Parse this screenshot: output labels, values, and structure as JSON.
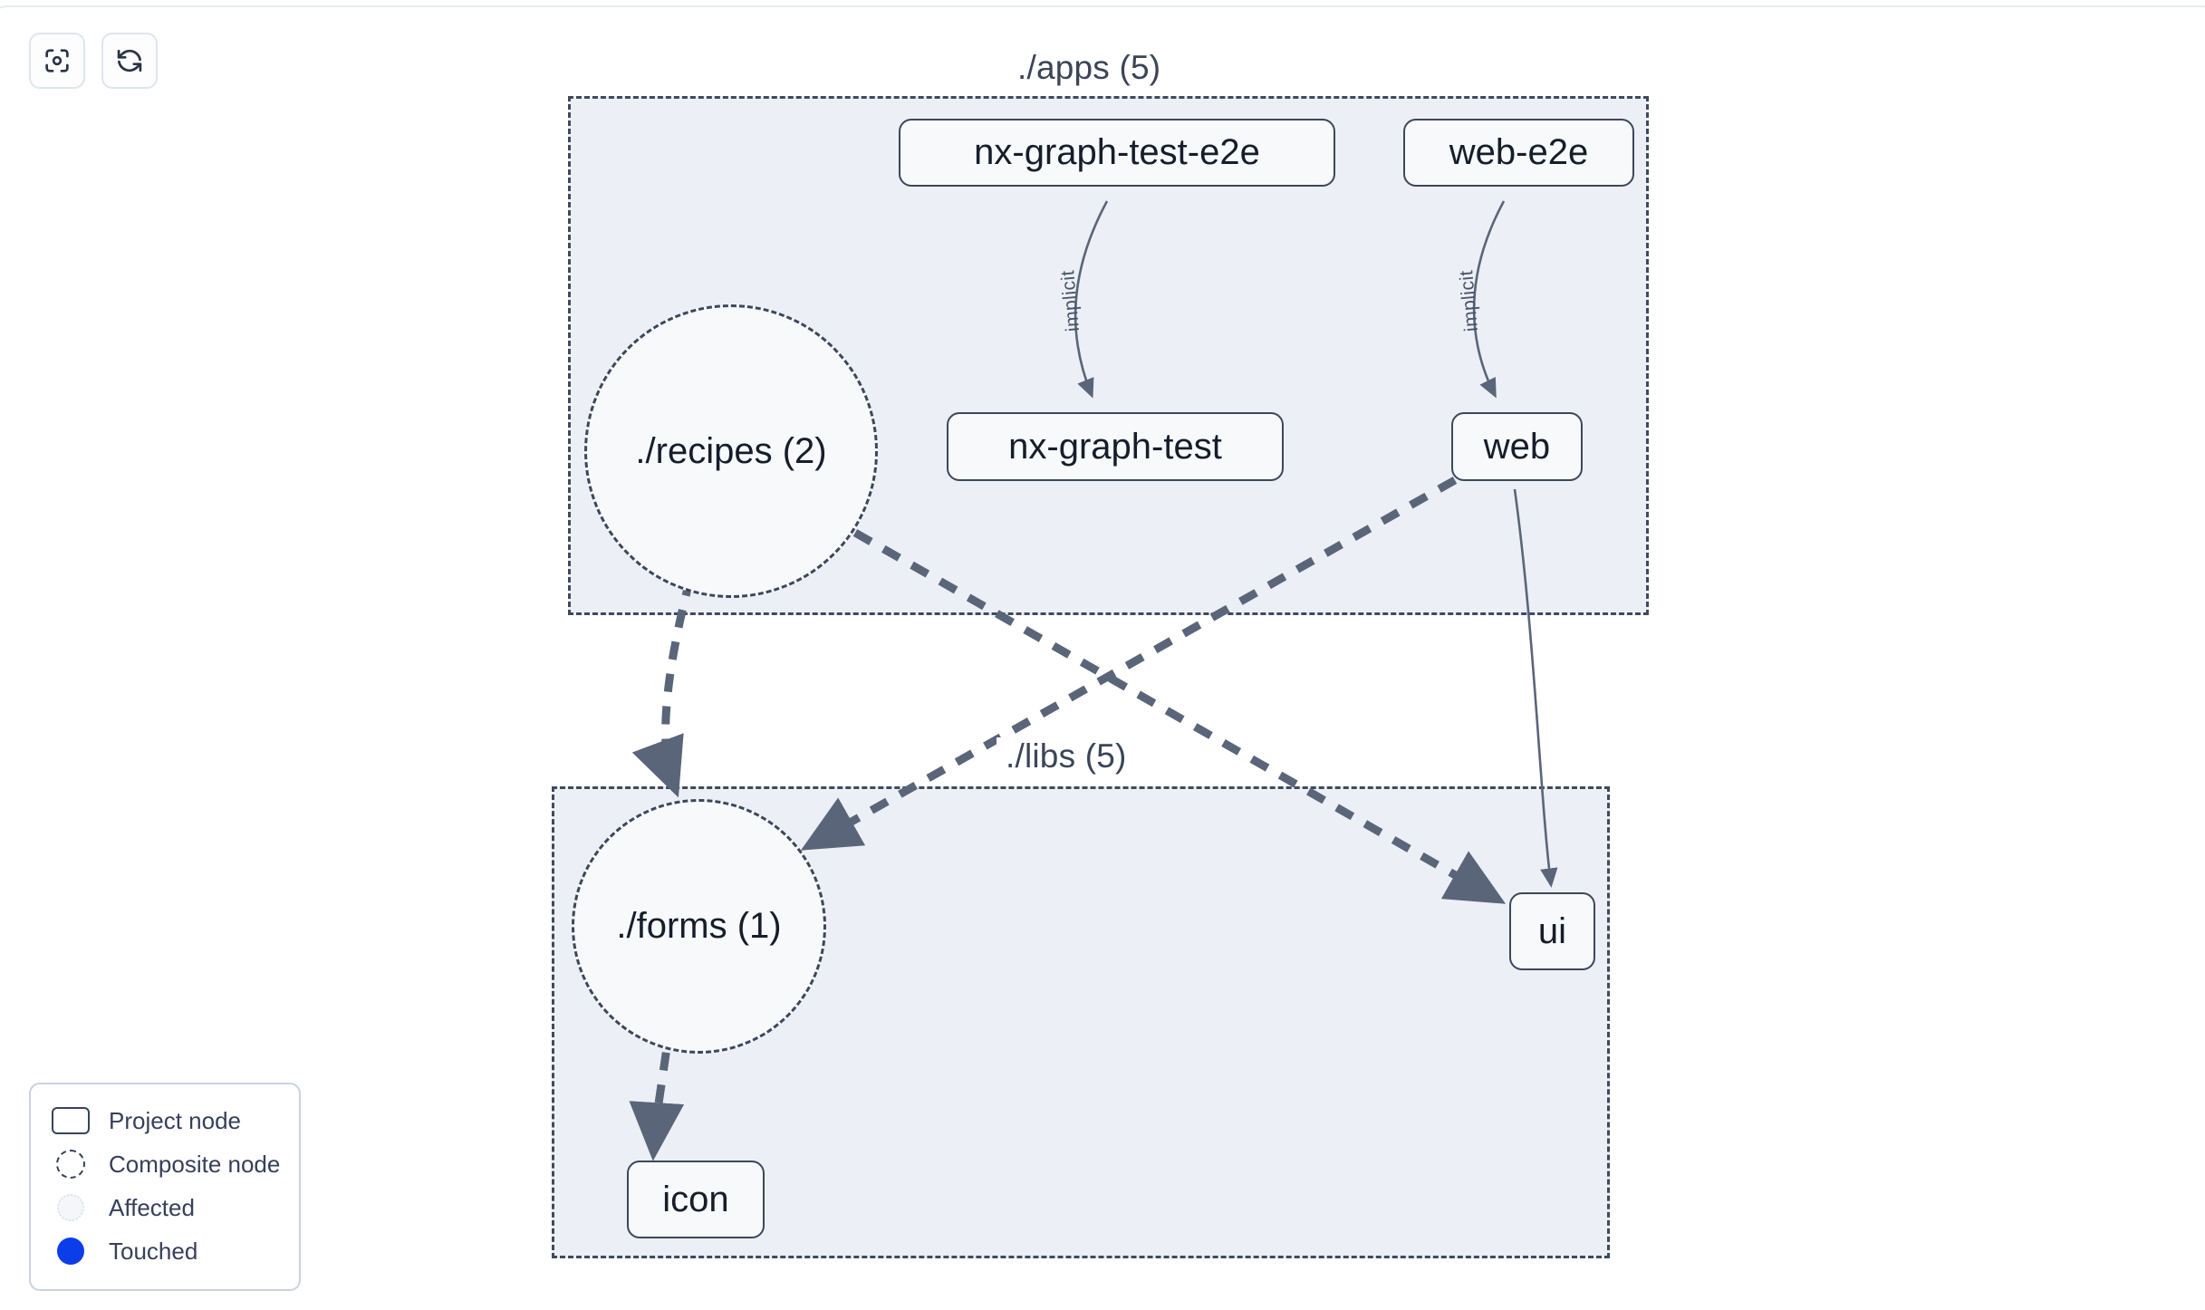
{
  "toolbar": {
    "buttons": [
      {
        "name": "focus-graph-button",
        "icon": "focus-target-icon",
        "label": ""
      },
      {
        "name": "refresh-graph-button",
        "icon": "refresh-icon",
        "label": ""
      }
    ]
  },
  "graph": {
    "groups": [
      {
        "id": "apps",
        "label": "./apps (5)"
      },
      {
        "id": "libs",
        "label": "./libs (5)"
      }
    ],
    "project_nodes": [
      {
        "id": "nx-graph-test-e2e",
        "label": "nx-graph-test-e2e"
      },
      {
        "id": "web-e2e",
        "label": "web-e2e"
      },
      {
        "id": "nx-graph-test",
        "label": "nx-graph-test"
      },
      {
        "id": "web",
        "label": "web"
      },
      {
        "id": "ui",
        "label": "ui"
      },
      {
        "id": "icon",
        "label": "icon"
      }
    ],
    "composite_nodes": [
      {
        "id": "recipes",
        "label": "./recipes (2)"
      },
      {
        "id": "forms",
        "label": "./forms (1)"
      }
    ],
    "edges": [
      {
        "from": "nx-graph-test-e2e",
        "to": "nx-graph-test",
        "label": "implicit",
        "style": "solid"
      },
      {
        "from": "web-e2e",
        "to": "web",
        "label": "implicit",
        "style": "solid"
      },
      {
        "from": "web",
        "to": "ui",
        "label": "",
        "style": "solid"
      },
      {
        "from": "recipes",
        "to": "forms",
        "label": "",
        "style": "dashed"
      },
      {
        "from": "recipes",
        "to": "ui",
        "label": "",
        "style": "dashed"
      },
      {
        "from": "web",
        "to": "forms",
        "label": "",
        "style": "dashed"
      },
      {
        "from": "forms",
        "to": "icon",
        "label": "",
        "style": "dashed"
      }
    ],
    "edge_labels": [
      {
        "id": "edge-label-nx-graph-test",
        "text": "implicit"
      },
      {
        "id": "edge-label-web",
        "text": "implicit"
      }
    ]
  },
  "legend": {
    "items": [
      {
        "swatch": "project-node-swatch",
        "label": "Project node"
      },
      {
        "swatch": "composite-node-swatch",
        "label": "Composite node"
      },
      {
        "swatch": "affected-swatch",
        "label": "Affected"
      },
      {
        "swatch": "touched-swatch",
        "label": "Touched"
      }
    ]
  },
  "colors": {
    "group_fill": "#ecf0f6",
    "group_border": "#3f4a5e",
    "node_fill": "#f7f9fb",
    "node_border": "#3d475b",
    "node_text": "#161d2b",
    "edge": "#5a6579",
    "touched": "#0b3ee8",
    "canvas": "#ffffff"
  }
}
